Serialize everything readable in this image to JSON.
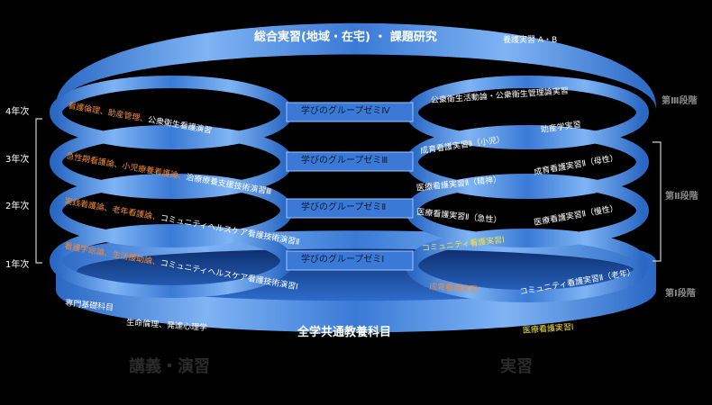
{
  "top_title": "総合実習(地域・在宅) ・ 課題研究",
  "top_right": "養護実習 A・B",
  "years": [
    "4年次",
    "3年次",
    "2年次",
    "1年次"
  ],
  "stages": [
    "第Ⅲ段階",
    "第Ⅱ段階",
    "第Ⅰ段階"
  ],
  "seminars": [
    "学びのグループゼミⅣ",
    "学びのグループゼミⅢ",
    "学びのグループゼミⅡ",
    "学びのグループゼミⅠ"
  ],
  "left_courses": {
    "r4a": "看護倫理、",
    "r4b": "助産管理、",
    "r4c": "公衆衛生看護演習",
    "r3a": "急性期看護論、",
    "r3b": "小児療養看護論、",
    "r3c": "治療療養支援技術演習Ⅲ",
    "r2a": "実践看護論、",
    "r2b": "老年看護論、",
    "r2c": "コミュニティヘルスケア看護技術演習Ⅱ",
    "r1a": "看護学総論、",
    "r1b": "生活援助論、",
    "r1c": "コミュニティヘルスケア看護技術演習Ⅰ"
  },
  "right_courses": {
    "r4a": "公衆衛生活動論・公衆衛生管理論実習",
    "r4b": "助産学実習",
    "r3a": "成育看護実習Ⅱ（小児）",
    "r3b": "成育看護実習Ⅱ（母性）",
    "r2a": "医療看護実習Ⅱ（精神）",
    "r2b": "医療看護実習Ⅱ（急性）",
    "r2c": "医療看護実習Ⅱ（慢性）",
    "r1a": "コミュニティ看護実習Ⅰ",
    "r1b": "成育看護実習Ⅰ",
    "r1c": "コミュニティ看護実習Ⅱ（老年）"
  },
  "base": {
    "left1": "専門基礎科目",
    "left2": "生命倫理、発達心理学",
    "center": "全学共通教養科目",
    "right": "医療看護実習Ⅰ"
  },
  "bottom_labels": [
    "講義・演習",
    "実習"
  ],
  "colors": {
    "ring_light": "#8fc0ff",
    "ring_mid": "#3f82de",
    "ring_dark": "#1a4fa6",
    "orange": "#f08a3c",
    "yellow": "#f2e24a"
  }
}
